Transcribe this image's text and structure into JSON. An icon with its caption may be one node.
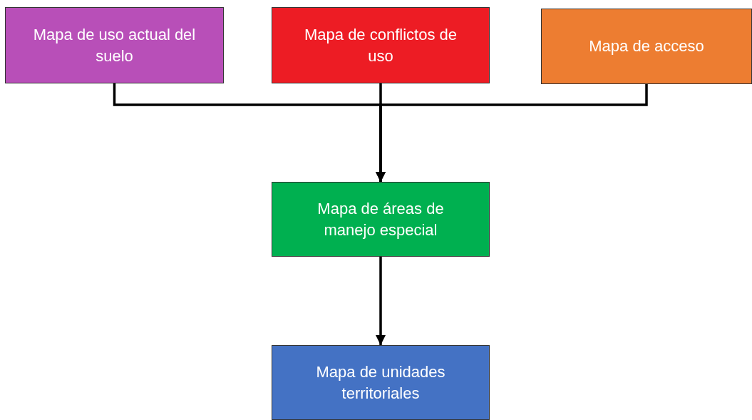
{
  "diagram": {
    "nodes": [
      {
        "text": [
          "Mapa de uso actual del suelo"
        ]
      },
      {
        "text": [
          "Mapa de conflictos de uso"
        ]
      },
      {
        "text": [
          "Mapa de acceso"
        ]
      },
      {
        "text": [
          "Mapa de áreas de manejo especial"
        ]
      },
      {
        "text": [
          "Mapa de unidades territoriales"
        ]
      }
    ],
    "edges": [
      {
        "from": 0,
        "to": 3,
        "arrow": "to"
      },
      {
        "from": 1,
        "to": 3,
        "arrow": "to"
      },
      {
        "from": 2,
        "to": 3,
        "arrow": "to"
      },
      {
        "from": 3,
        "to": 4,
        "arrow": "to"
      }
    ]
  }
}
